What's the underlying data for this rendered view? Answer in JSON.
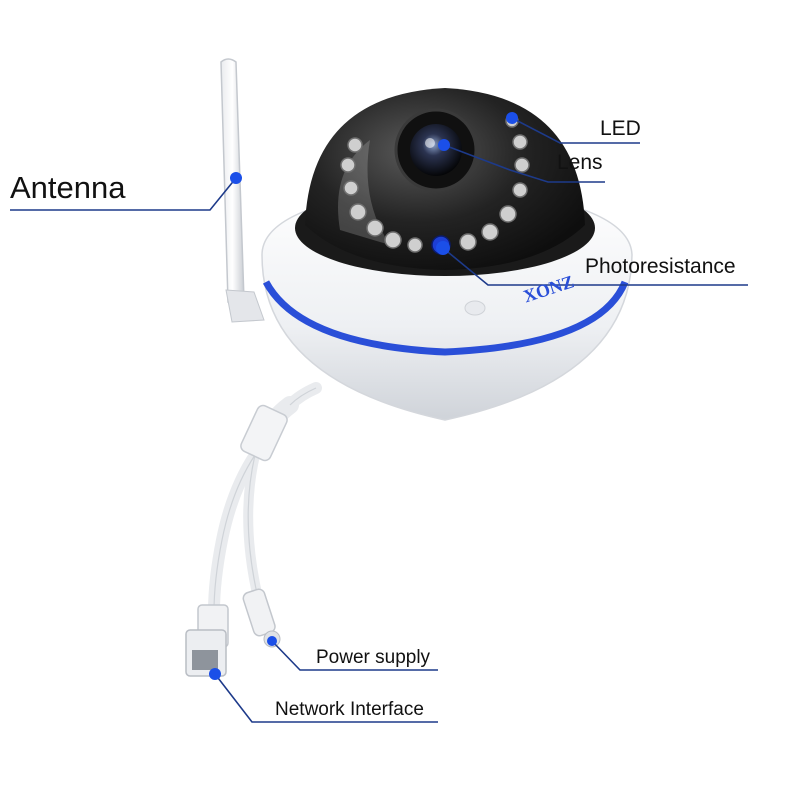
{
  "callouts": {
    "antenna": "Antenna",
    "led": "LED",
    "lens": "Lens",
    "photoresistance": "Photoresistance",
    "power_supply": "Power supply",
    "network_interface": "Network Interface"
  },
  "brand_mark": "XONZ",
  "colors": {
    "accent_blue": "#2a4fd8",
    "callout_dot": "#1b4fe8",
    "callout_line": "#1d3a8a"
  },
  "icons": [
    "camera-dome",
    "antenna",
    "ir-led",
    "lens",
    "photoresistor",
    "dc-power-jack",
    "rj45-connector"
  ]
}
